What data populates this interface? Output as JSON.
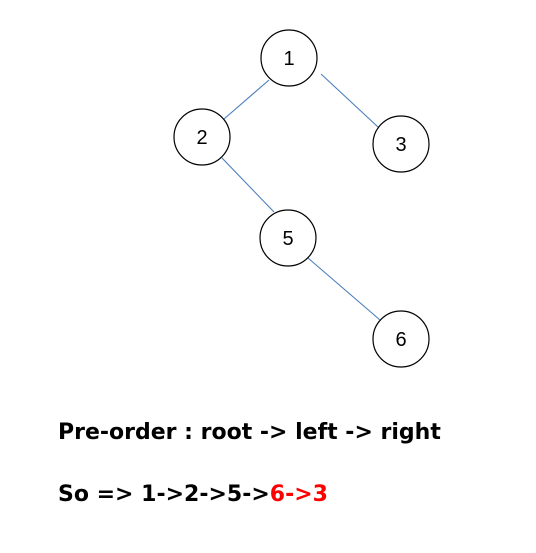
{
  "diagram": {
    "nodes": [
      {
        "id": "n1",
        "label": "1"
      },
      {
        "id": "n2",
        "label": "2"
      },
      {
        "id": "n3",
        "label": "3"
      },
      {
        "id": "n5",
        "label": "5"
      },
      {
        "id": "n6",
        "label": "6"
      }
    ],
    "edges": [
      {
        "from": "n1",
        "to": "n2"
      },
      {
        "from": "n1",
        "to": "n3"
      },
      {
        "from": "n2",
        "to": "n5"
      },
      {
        "from": "n5",
        "to": "n6"
      }
    ],
    "colors": {
      "edge": "#4a7ebb",
      "node_border": "#000000",
      "highlight": "#ff0000"
    }
  },
  "text": {
    "rule": "Pre-order : root -> left -> right",
    "result_prefix": "So => 1->2->5->",
    "result_highlight_1": "6",
    "result_arrow": "->",
    "result_highlight_2": "3"
  }
}
